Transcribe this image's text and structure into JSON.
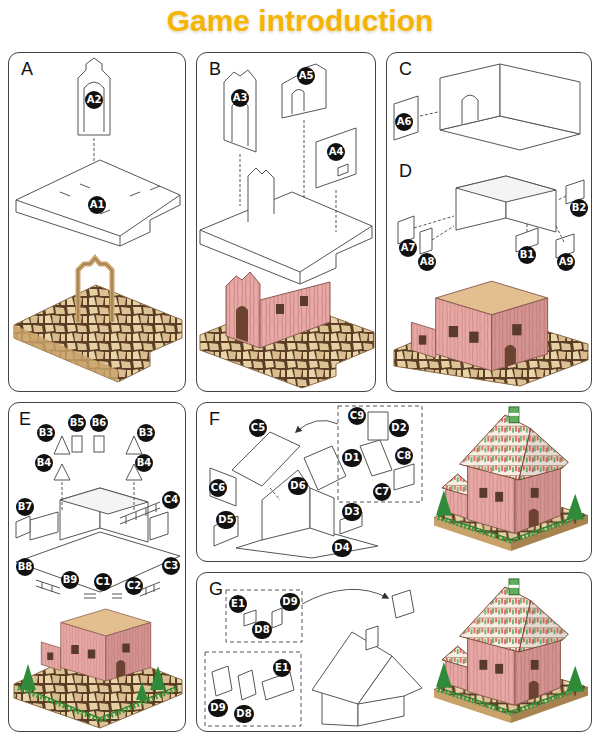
{
  "diagram": {
    "title": "Game introduction",
    "nodes": [
      {
        "text": [
          "A"
        ]
      },
      {
        "text": [
          "B"
        ]
      },
      {
        "text": [
          "C",
          "D"
        ]
      },
      {
        "text": [
          "E"
        ]
      },
      {
        "text": [
          "F"
        ]
      },
      {
        "text": [
          "G"
        ]
      }
    ],
    "labels": [
      "A2",
      "A1",
      "A3",
      "A5",
      "A4",
      "A6",
      "B2",
      "A7",
      "A8",
      "B1",
      "A9",
      "B3",
      "B5",
      "B6",
      "B3",
      "B4",
      "B4",
      "B7",
      "C4",
      "B8",
      "C3",
      "B9",
      "C1",
      "C2",
      "C5",
      "C9",
      "D2",
      "D1",
      "C8",
      "C6",
      "D6",
      "C7",
      "D5",
      "D3",
      "D4",
      "E1",
      "D9",
      "D8",
      "D9",
      "D8",
      "E1"
    ]
  }
}
